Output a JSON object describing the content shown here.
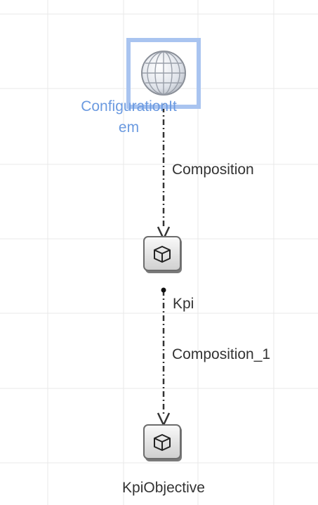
{
  "nodes": {
    "configuration_item": {
      "label_line1": "ConfigurationIt",
      "label_line2": "em",
      "icon": "globe-icon",
      "selected": true
    },
    "kpi": {
      "label": "Kpi",
      "icon": "cube-icon"
    },
    "kpi_objective": {
      "label": "KpiObjective",
      "icon": "cube-icon"
    }
  },
  "edges": {
    "composition": {
      "label": "Composition"
    },
    "composition_1": {
      "label": "Composition_1"
    }
  },
  "colors": {
    "selection": "#a9c4f0",
    "selected_label": "#6b9ae0",
    "grid": "#e9e9e9",
    "edge": "#333333",
    "label": "#333333"
  }
}
